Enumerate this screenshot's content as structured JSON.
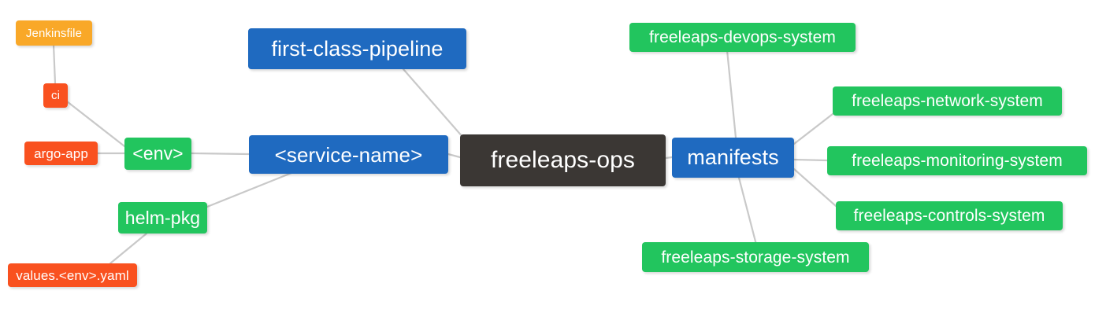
{
  "diagram": {
    "type": "mind-map",
    "title": "freeleaps-ops",
    "background_color": "#ffffff",
    "edge_color": "#c8c8c8",
    "palette": {
      "root": "#3b3734",
      "blue": "#1f6ac0",
      "green": "#22c55e",
      "orange": "#f9a828",
      "red": "#f9511f",
      "text": "#ffffff"
    }
  },
  "nodes": {
    "root": {
      "label": "freeleaps-ops"
    },
    "service_name": {
      "label": "<service-name>"
    },
    "first_class_pipeline": {
      "label": "first-class-pipeline"
    },
    "env": {
      "label": "<env>"
    },
    "jenkinsfile": {
      "label": "Jenkinsfile"
    },
    "ci": {
      "label": "ci"
    },
    "argo_app": {
      "label": "argo-app"
    },
    "helm_pkg": {
      "label": "helm-pkg"
    },
    "values_yaml": {
      "label": "values.<env>.yaml"
    },
    "manifests": {
      "label": "manifests"
    },
    "devops_system": {
      "label": "freeleaps-devops-system"
    },
    "network_system": {
      "label": "freeleaps-network-system"
    },
    "monitoring_system": {
      "label": "freeleaps-monitoring-system"
    },
    "controls_system": {
      "label": "freeleaps-controls-system"
    },
    "storage_system": {
      "label": "freeleaps-storage-system"
    }
  },
  "edges": [
    {
      "from": "root",
      "to": "service_name"
    },
    {
      "from": "root",
      "to": "manifests"
    },
    {
      "from": "service_name",
      "to": "first_class_pipeline"
    },
    {
      "from": "service_name",
      "to": "env"
    },
    {
      "from": "service_name",
      "to": "helm_pkg"
    },
    {
      "from": "env",
      "to": "ci"
    },
    {
      "from": "env",
      "to": "argo_app"
    },
    {
      "from": "ci",
      "to": "jenkinsfile"
    },
    {
      "from": "helm_pkg",
      "to": "values_yaml"
    },
    {
      "from": "manifests",
      "to": "devops_system"
    },
    {
      "from": "manifests",
      "to": "network_system"
    },
    {
      "from": "manifests",
      "to": "monitoring_system"
    },
    {
      "from": "manifests",
      "to": "controls_system"
    },
    {
      "from": "manifests",
      "to": "storage_system"
    }
  ]
}
